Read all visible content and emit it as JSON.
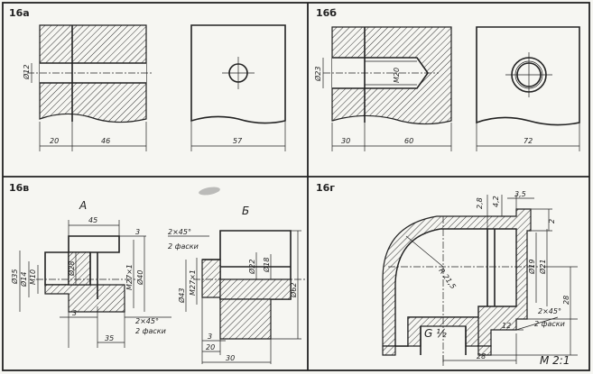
{
  "panels": {
    "p16a": {
      "label": "16а",
      "dims": {
        "dia": "Ø12",
        "w1": "20",
        "w2": "46",
        "w3": "57"
      }
    },
    "p16b": {
      "label": "16б",
      "dims": {
        "dia": "Ø23",
        "thread": "M20",
        "w1": "30",
        "w2": "60",
        "w3": "72"
      }
    },
    "p16v": {
      "label": "16в",
      "view_a": {
        "letter": "А",
        "dims": {
          "len": "45",
          "gap": "3",
          "d1": "Ø35",
          "d2": "Ø14",
          "d3": "M10",
          "d4": "Ø28",
          "d5": "M27×1",
          "d6": "Ø40",
          "gap2": "3",
          "len2": "35",
          "chamfer": "2×45°",
          "chamfer_note": "2 фаски"
        }
      },
      "view_b": {
        "letter": "Б",
        "dims": {
          "chamfer": "2×45°",
          "chamfer_note": "2 фаски",
          "d1": "Ø43",
          "d2": "M27×1",
          "d3": "Ø22",
          "d4": "Ø18",
          "d5": "Ø62",
          "l1": "3",
          "l2": "20",
          "l3": "30"
        }
      }
    },
    "p16g": {
      "label": "16г",
      "dims": {
        "t1": "2,8",
        "t2": "4,2",
        "t3": "3,5",
        "t4": "2",
        "d1": "Ø19",
        "d2": "Ø21",
        "radius": "R 21,5",
        "h": "28",
        "w": "28",
        "s1": "12",
        "chamfer": "2×45°",
        "chamfer_note": "2 фаски",
        "thread": "G ½",
        "scale": "M 2:1"
      }
    }
  }
}
